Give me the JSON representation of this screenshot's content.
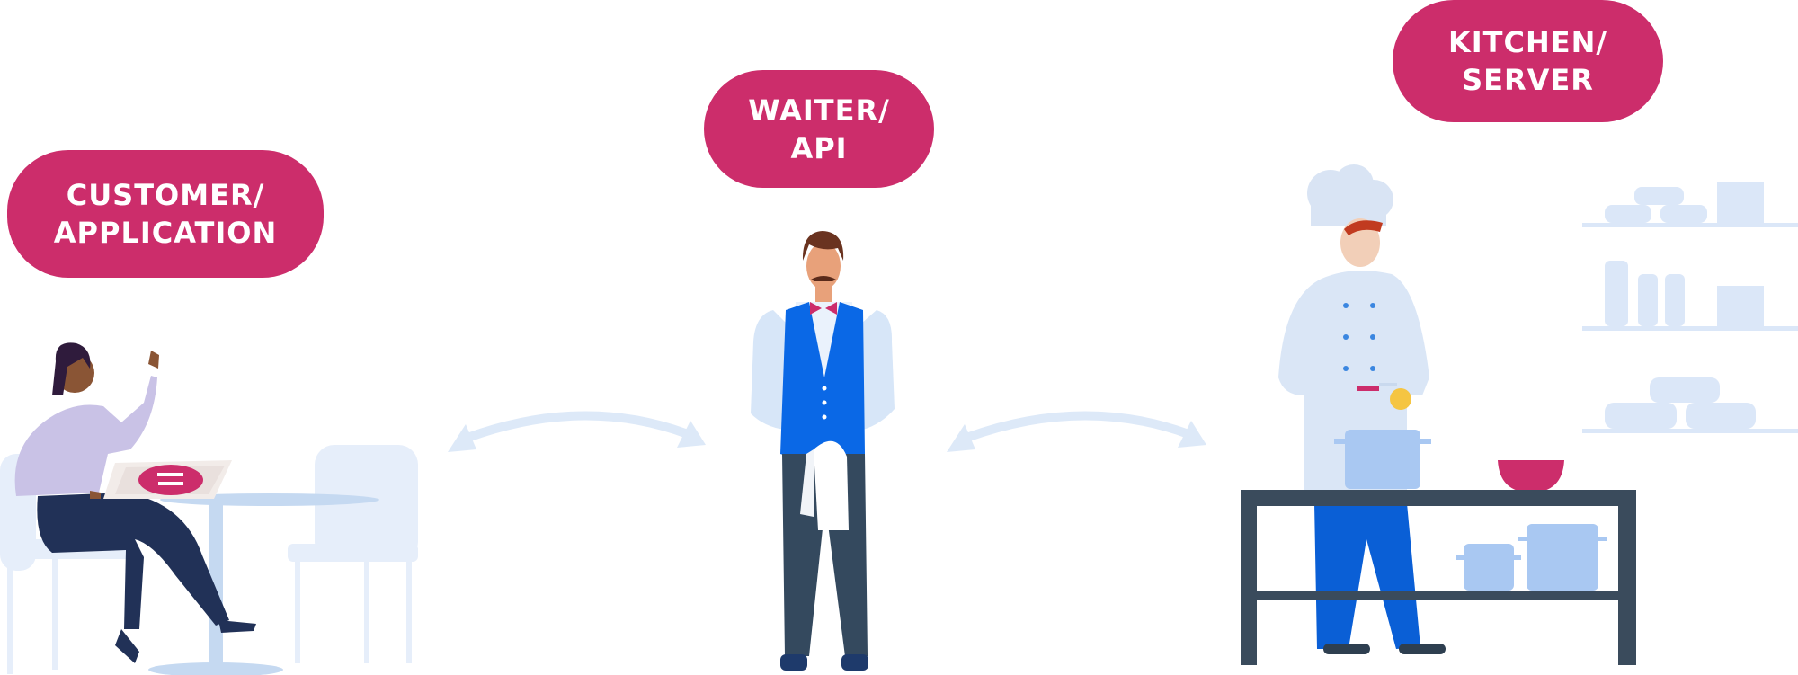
{
  "labels": {
    "customer": {
      "line1": "CUSTOMER/",
      "line2": "APPLICATION"
    },
    "waiter": {
      "line1": "WAITER/",
      "line2": "API"
    },
    "kitchen": {
      "line1": "KITCHEN/",
      "line2": "SERVER"
    }
  },
  "colors": {
    "label_bg": "#cc2d6b",
    "label_text": "#ffffff",
    "arrow": "#dde9f8",
    "furniture": "#e6eefa",
    "waiter_vest": "#0a68e6",
    "chef_pants": "#0a5fd6",
    "table_frame": "#3a4b5c",
    "pot": "#a9c8f2"
  },
  "icons": {
    "customer": "customer-with-menu-icon",
    "waiter": "waiter-icon",
    "chef": "chef-icon",
    "arrows": "bidirectional-arrow-icon"
  }
}
